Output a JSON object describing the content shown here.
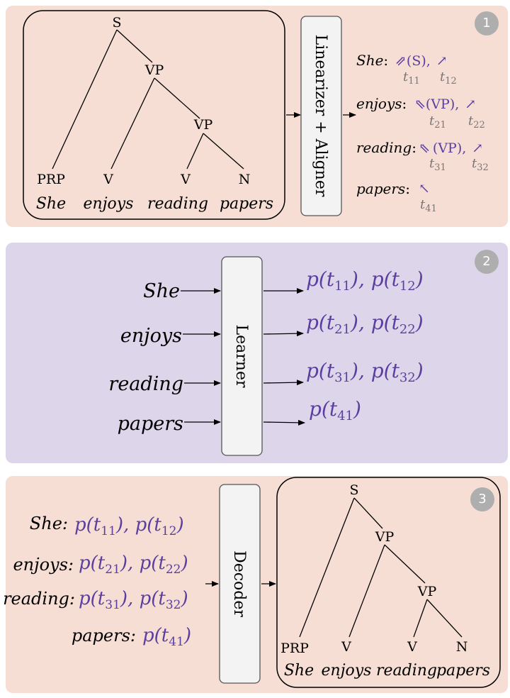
{
  "panels": [
    {
      "badge": "1"
    },
    {
      "badge": "2"
    },
    {
      "badge": "3"
    }
  ],
  "tree": {
    "root": "S",
    "vp1": "VP",
    "vp2": "VP",
    "tags": [
      "PRP",
      "V",
      "V",
      "N"
    ],
    "words": [
      "She",
      "enjoys",
      "reading",
      "papers"
    ]
  },
  "modules": {
    "linearizer": "Linearizer + Aligner",
    "learner": "Learner",
    "decoder": "Decoder"
  },
  "linearized": [
    {
      "word": "She",
      "colon": ":",
      "arrows": "⇗",
      "label": "(S),",
      "arrow2": "↗",
      "t1": "t",
      "t1sub": "11",
      "t2": "t",
      "t2sub": "12"
    },
    {
      "word": "enjoys",
      "colon": ":",
      "arrows": "⇖",
      "label": "(VP),",
      "arrow2": "↗",
      "t1": "t",
      "t1sub": "21",
      "t2": "t",
      "t2sub": "22"
    },
    {
      "word": "reading",
      "colon": ":",
      "arrows": "⇖",
      "label": "(VP),",
      "arrow2": "↗",
      "t1": "t",
      "t1sub": "31",
      "t2": "t",
      "t2sub": "32"
    },
    {
      "word": "papers",
      "colon": ":",
      "arrows": "↖",
      "t1": "t",
      "t1sub": "41"
    }
  ],
  "probabilities": [
    {
      "p1": "p(t",
      "s1": "11",
      "e1": "), ",
      "p2": "p(t",
      "s2": "12",
      "e2": ")"
    },
    {
      "p1": "p(t",
      "s1": "21",
      "e1": "), ",
      "p2": "p(t",
      "s2": "22",
      "e2": ")"
    },
    {
      "p1": "p(t",
      "s1": "31",
      "e1": "), ",
      "p2": "p(t",
      "s2": "32",
      "e2": ")"
    },
    {
      "p1": "p(t",
      "s1": "41",
      "e1": ")"
    }
  ],
  "colors": {
    "purple": "#5b3fa0",
    "panel_peach": "#f6ded4",
    "panel_lavender": "#ddd6ea",
    "badge": "#aeaeae"
  }
}
